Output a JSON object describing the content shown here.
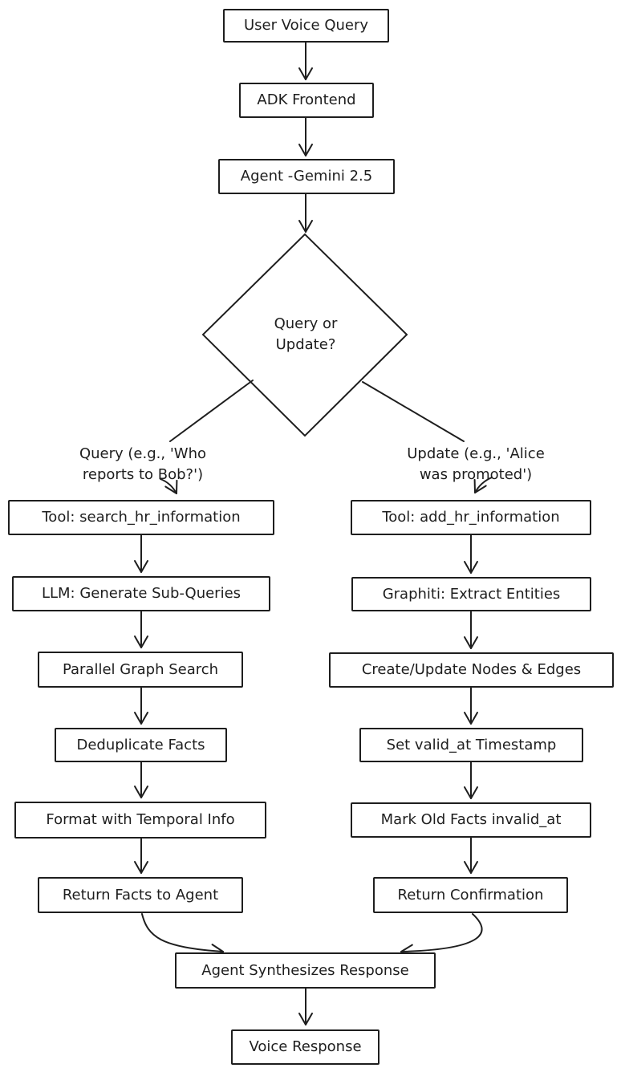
{
  "diagram": {
    "title": "Voice HR agent query/update flowchart",
    "colors": {
      "stroke": "#1e1e1e",
      "background": "#ffffff"
    },
    "nodes": {
      "user_voice_query": "User Voice Query",
      "adk_frontend": "ADK Frontend",
      "agent_gemini": "Agent -Gemini 2.5",
      "decision": "Query or\nUpdate?",
      "tool_search": "Tool: search_hr_information",
      "llm_subqueries": "LLM: Generate Sub-Queries",
      "parallel_search": "Parallel Graph Search",
      "dedup_facts": "Deduplicate Facts",
      "format_temporal": "Format with Temporal Info",
      "return_facts": "Return Facts to Agent",
      "tool_add": "Tool: add_hr_information",
      "graphiti_extract": "Graphiti: Extract Entities",
      "create_update_nodes": "Create/Update Nodes & Edges",
      "set_valid_at": "Set valid_at Timestamp",
      "mark_invalid_at": "Mark Old Facts invalid_at",
      "return_confirmation": "Return Confirmation",
      "agent_synthesizes": "Agent Synthesizes Response",
      "voice_response": "Voice Response"
    },
    "edge_labels": {
      "query_branch": "Query (e.g., 'Who\nreports to Bob?')",
      "update_branch": "Update (e.g., 'Alice\nwas promoted')"
    }
  }
}
